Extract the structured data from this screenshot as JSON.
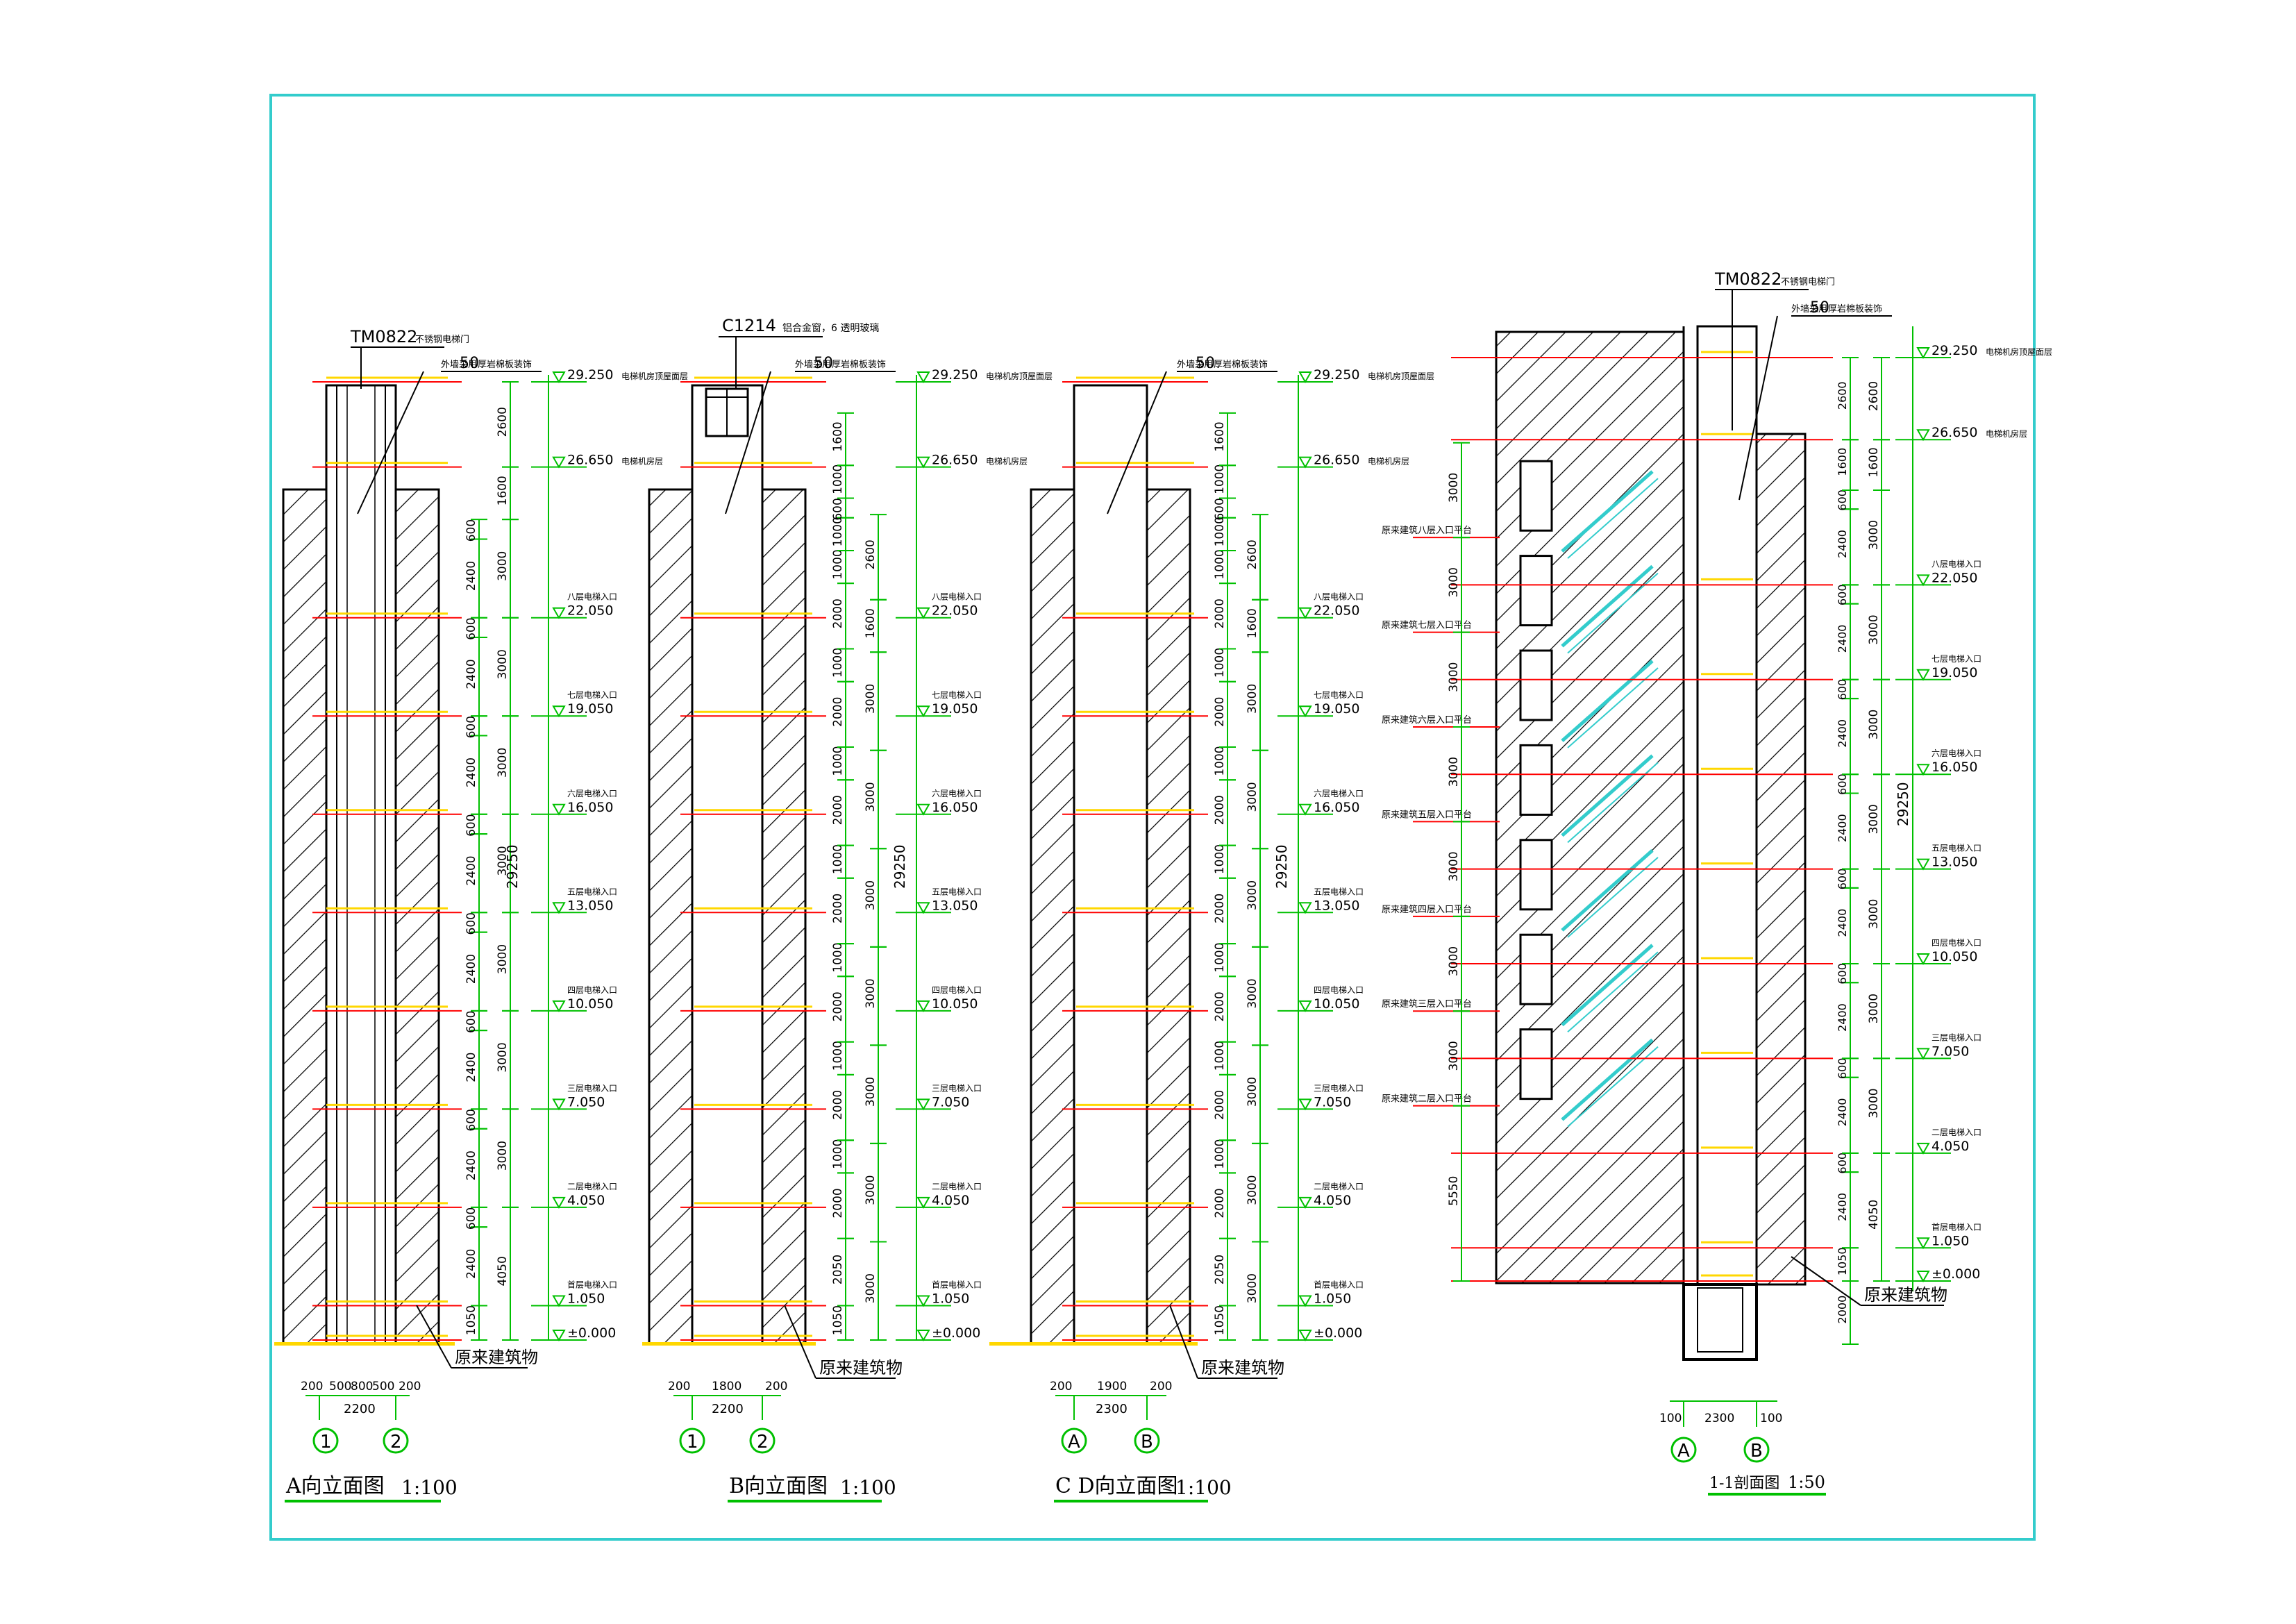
{
  "sheet": {
    "border_color": "#33cccc",
    "colors": {
      "dimension": "#00c000",
      "level_line": "#ff0000",
      "slab": "#ffd700",
      "hatch": "#000000",
      "stair": "#33cccc",
      "ground": "#ffd700"
    }
  },
  "levels": {
    "names": [
      "首层电梯入口",
      "二层电梯入口",
      "三层电梯入口",
      "四层电梯入口",
      "五层电梯入口",
      "六层电梯入口",
      "七层电梯入口",
      "八层电梯入口"
    ],
    "values": [
      "1.050",
      "4.050",
      "7.050",
      "10.050",
      "13.050",
      "16.050",
      "19.050",
      "22.050"
    ],
    "zero": "±0.000",
    "machine_floor_value": "26.650",
    "machine_floor_label": "电梯机房层",
    "roof_value": "29.250",
    "roof_label": "电梯机房顶屋面层",
    "total_height": "29250"
  },
  "notes": {
    "door_tag": "TM0822",
    "door_note": "不锈钢电梯门",
    "wall_note_prefix": "外墙采用",
    "wall_note_number": "50",
    "wall_note_suffix": "厚岩棉板装饰",
    "window_tag": "C1214",
    "window_note": "铝合金窗，6 透明玻璃",
    "existing_building": "原来建筑物"
  },
  "elevation_a": {
    "title": "A向立面图",
    "scale": "1:100",
    "bottom_dims": [
      "200",
      "500",
      "800",
      "500",
      "200"
    ],
    "overall_width": "2200",
    "axes": [
      "1",
      "2"
    ],
    "segments_a": [
      "1050",
      "2400",
      "600",
      "2400",
      "600",
      "2400",
      "600",
      "2400",
      "600",
      "2400",
      "600",
      "2400",
      "600",
      "2400",
      "600",
      "2400",
      "600"
    ],
    "segments_b": [
      "4050",
      "3000",
      "3000",
      "3000",
      "3000",
      "3000",
      "3000",
      "3000",
      "1600",
      "2600"
    ]
  },
  "elevation_b": {
    "title": "B向立面图",
    "scale": "1:100",
    "bottom_dims": [
      "200",
      "1800",
      "200"
    ],
    "overall_width": "2200",
    "axes": [
      "1",
      "2"
    ],
    "segments_a": [
      "1050",
      "2050",
      "2000",
      "1000",
      "2000",
      "1000",
      "2000",
      "1000",
      "2000",
      "1000",
      "2000",
      "1000",
      "2000",
      "1000",
      "2000",
      "1000",
      "1000",
      "600",
      "1000",
      "1600"
    ],
    "segments_b": [
      "3000",
      "3000",
      "3000",
      "3000",
      "3000",
      "3000",
      "3000",
      "1600",
      "2600"
    ]
  },
  "elevation_cd": {
    "title": "C  D向立面图",
    "scale": "1:100",
    "bottom_dims": [
      "200",
      "1900",
      "200"
    ],
    "overall_width": "2300",
    "axes": [
      "A",
      "B"
    ],
    "segments_a": [
      "1050",
      "2050",
      "2000",
      "1000",
      "2000",
      "1000",
      "2000",
      "1000",
      "2000",
      "1000",
      "2000",
      "1000",
      "2000",
      "1000",
      "2000",
      "1000",
      "1000",
      "600",
      "1000",
      "1600"
    ],
    "segments_b": [
      "3000",
      "3000",
      "3000",
      "3000",
      "3000",
      "3000",
      "3000",
      "1600",
      "2600"
    ]
  },
  "section_11": {
    "title": "1-1剖面图",
    "scale": "1:50",
    "bottom_dims": [
      "100",
      "2300",
      "100"
    ],
    "axes": [
      "A",
      "B"
    ],
    "platforms": [
      "原来建筑二层入口平台",
      "原来建筑三层入口平台",
      "原来建筑四层入口平台",
      "原来建筑五层入口平台",
      "原来建筑六层入口平台",
      "原来建筑七层入口平台",
      "原来建筑八层入口平台"
    ],
    "left_dims": [
      "5550",
      "3000",
      "3000",
      "3000",
      "3000",
      "3000",
      "3000",
      "3000"
    ],
    "right_dims_a": [
      "2000",
      "1050",
      "2400",
      "600",
      "2400",
      "600",
      "2400",
      "600",
      "2400",
      "600",
      "2400",
      "600",
      "2400",
      "600",
      "2400",
      "600",
      "2400",
      "600",
      "1600",
      "2600"
    ],
    "right_dims_b": [
      "4050",
      "3000",
      "3000",
      "3000",
      "3000",
      "3000",
      "3000",
      "3000"
    ]
  }
}
